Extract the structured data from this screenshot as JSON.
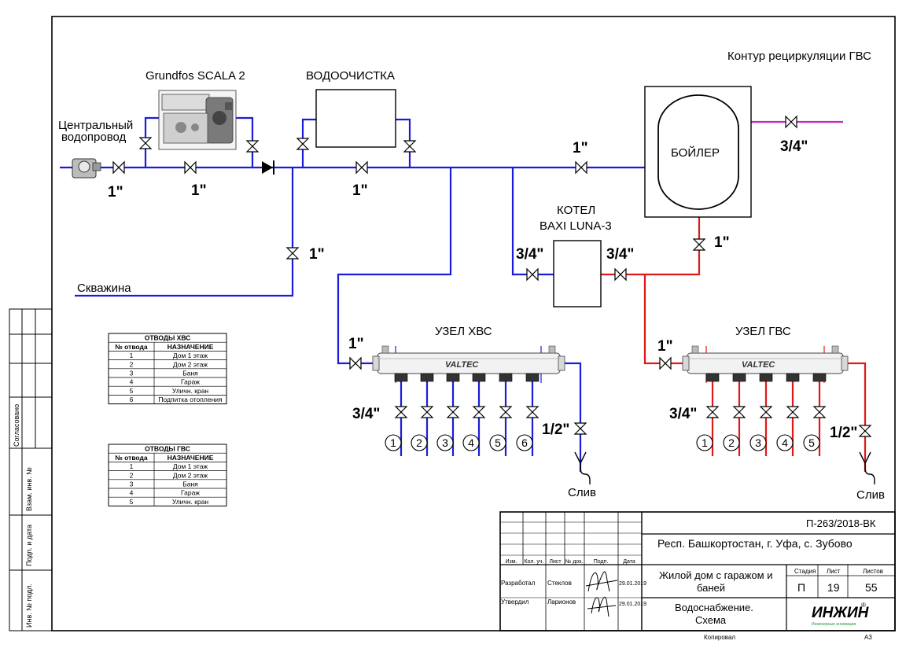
{
  "labels": {
    "recirc": "Контур рециркуляции ГВС",
    "pump_title": "Grundfos SCALA 2",
    "filter_title": "ВОДООЧИСТКА",
    "central_1": "Центральный",
    "central_2": "водопровод",
    "well": "Скважина",
    "boiler_tank": "БОЙЛЕР",
    "kotel_1": "КОТЕЛ",
    "kotel_2": "BAXI LUNA-3",
    "node_cold": "УЗЕЛ ХВС",
    "node_hot": "УЗЕЛ ГВС",
    "drain": "Слив",
    "brand": "VALTEC",
    "size_1": "1\"",
    "size_34": "3/4\"",
    "size_12": "1/2\""
  },
  "cold_outlets": [
    "1",
    "2",
    "3",
    "4",
    "5",
    "6"
  ],
  "hot_outlets": [
    "1",
    "2",
    "3",
    "4",
    "5"
  ],
  "table_cold": {
    "title": "ОТВОДЫ ХВС",
    "headers": [
      "№ отвода",
      "НАЗНАЧЕНИЕ"
    ],
    "rows": [
      [
        "1",
        "Дом 1 этаж"
      ],
      [
        "2",
        "Дом 2 этаж"
      ],
      [
        "3",
        "Баня"
      ],
      [
        "4",
        "Гараж"
      ],
      [
        "5",
        "Уличн. кран"
      ],
      [
        "6",
        "Подпитка отопления"
      ]
    ]
  },
  "table_hot": {
    "title": "ОТВОДЫ ГВС",
    "headers": [
      "№ отвода",
      "НАЗНАЧЕНИЕ"
    ],
    "rows": [
      [
        "1",
        "Дом 1 этаж"
      ],
      [
        "2",
        "Дом 2 этаж"
      ],
      [
        "3",
        "Баня"
      ],
      [
        "4",
        "Гараж"
      ],
      [
        "5",
        "Уличн. кран"
      ]
    ]
  },
  "side_stamps": [
    "Согласовано",
    "Взам. инв. №",
    "Подп. и дата",
    "Инв. № подл."
  ],
  "title_block": {
    "code": "П-263/2018-ВК",
    "address": "Респ. Башкортостан, г. Уфа, с. Зубово",
    "headers": [
      "Изм.",
      "Кол. уч.",
      "Лист",
      "№ док.",
      "Подп.",
      "Дата"
    ],
    "developed_label": "Разработал",
    "developed_name": "Стеклов",
    "developed_date": "29.01.2019",
    "approved_label": "Утвердил",
    "approved_name": "Ларионов",
    "approved_date": "29.01.2019",
    "object_1": "Жилой дом с гаражом и",
    "object_2": "баней",
    "sheet_title_1": "Водоснабжение.",
    "sheet_title_2": "Схема",
    "stage_label": "Стадия",
    "sheet_label": "Лист",
    "sheets_label": "Листов",
    "stage": "П",
    "sheet": "19",
    "sheets": "55",
    "logo": "ИНЖИН",
    "logo_reg": "®",
    "logo_sub": "Инженерные инновации",
    "copied": "Копировал",
    "format": "A3"
  },
  "colors": {
    "cold": "#1c1cd8",
    "hot": "#e01818",
    "recirc": "#c030c0",
    "logo_green": "#1a9a3a"
  }
}
